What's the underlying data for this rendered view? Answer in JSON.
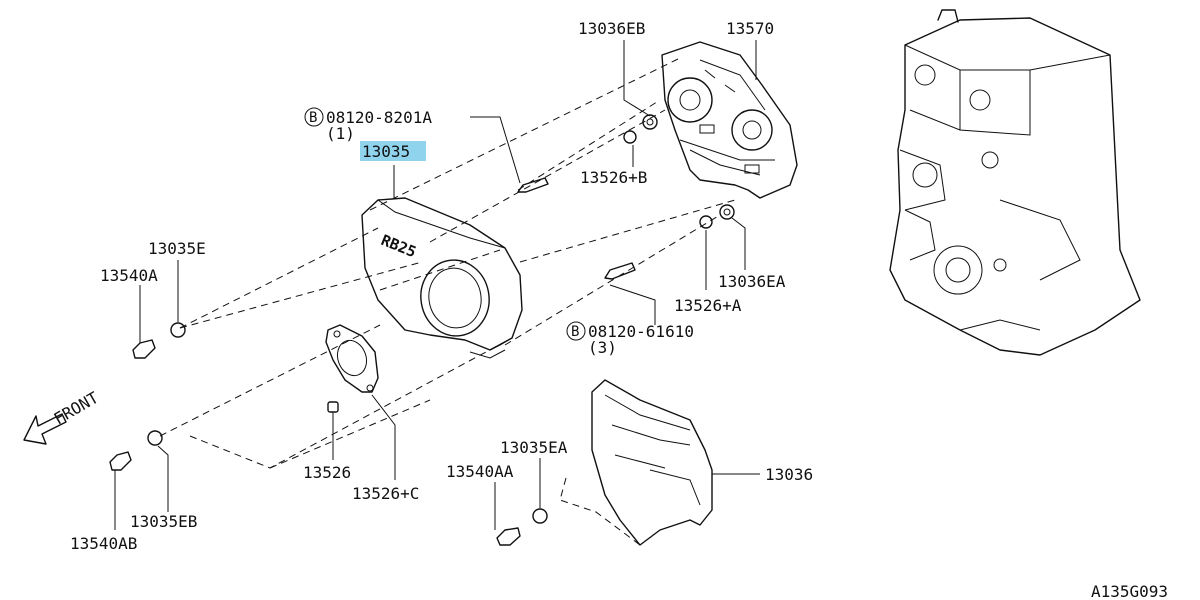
{
  "labels": {
    "p13036EB": "13036EB",
    "p13570": "13570",
    "p08120_8201A": "08120-8201A",
    "p08120_8201A_qty": "(1)",
    "p13035": "13035",
    "p13526B": "13526+B",
    "p13035E": "13035E",
    "p13540A": "13540A",
    "p13036EA": "13036EA",
    "p13526A": "13526+A",
    "p08120_61610": "08120-61610",
    "p08120_61610_qty": "(3)",
    "front": "FRONT",
    "p13526": "13526",
    "p13526C": "13526+C",
    "p13035EA": "13035EA",
    "p13540AA": "13540AA",
    "p13036": "13036",
    "p13035EB": "13035EB",
    "p13540AB": "13540AB",
    "bolt_symbol": "B",
    "cover_emboss": "RB25",
    "diagram_code": "A135G093"
  },
  "highlight_color": "#8fd3ec"
}
